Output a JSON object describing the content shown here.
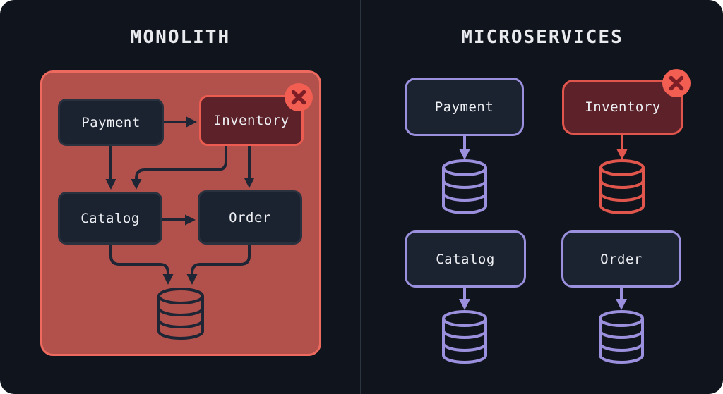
{
  "monolith": {
    "title": "MONOLITH",
    "services": [
      {
        "label": "Payment",
        "failed": false
      },
      {
        "label": "Inventory",
        "failed": true
      },
      {
        "label": "Catalog",
        "failed": false
      },
      {
        "label": "Order",
        "failed": false
      }
    ],
    "shared_database": true,
    "connections": [
      {
        "from": "Payment",
        "to": "Inventory"
      },
      {
        "from": "Payment",
        "to": "Catalog"
      },
      {
        "from": "Inventory",
        "to": "Catalog"
      },
      {
        "from": "Inventory",
        "to": "Order"
      },
      {
        "from": "Catalog",
        "to": "Order"
      },
      {
        "from": "Catalog",
        "to": "Database"
      },
      {
        "from": "Order",
        "to": "Database"
      }
    ]
  },
  "microservices": {
    "title": "MICROSERVICES",
    "services": [
      {
        "label": "Payment",
        "failed": false,
        "own_database": true
      },
      {
        "label": "Inventory",
        "failed": true,
        "own_database": true
      },
      {
        "label": "Catalog",
        "failed": false,
        "own_database": true
      },
      {
        "label": "Order",
        "failed": false,
        "own_database": true
      }
    ]
  },
  "colors": {
    "background": "#10141d",
    "divider": "#2b3542",
    "title_text": "#e8eaee",
    "label_text": "#eef0f4",
    "monolith_fill": "#b2514c",
    "monolith_border": "#ef6a5e",
    "box_fill": "#1b2230",
    "box_border": "#29313f",
    "micro_box_fill": "#1c2330",
    "failed_box_fill": "#5c2129",
    "failed_box_border": "#ec5c50",
    "arrow_dark": "#1e2534",
    "accent_purple": "#9b90dd",
    "accent_red": "#e0564c",
    "badge_fill": "#f25e51",
    "badge_cross": "#7d1d26"
  }
}
